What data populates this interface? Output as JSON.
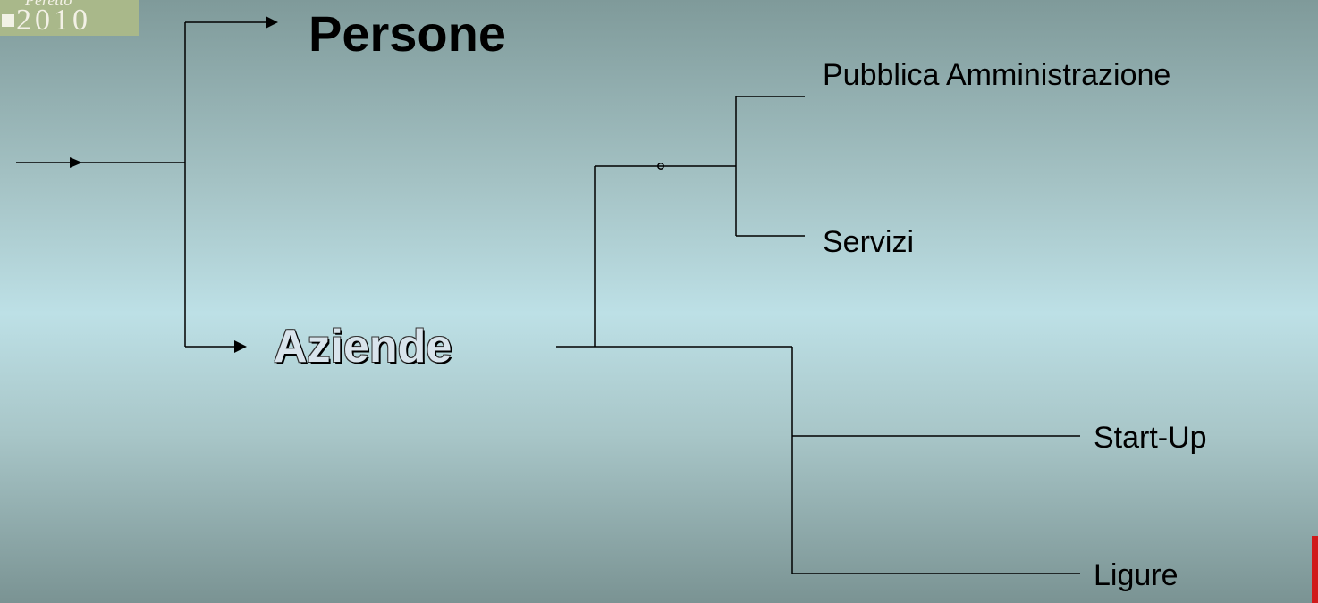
{
  "logo": {
    "top_text": "Peretto",
    "year": "2010"
  },
  "nodes": {
    "persone": "Persone",
    "aziende": "Aziende",
    "pubblica_amministrazione": "Pubblica Amministrazione",
    "servizi": "Servizi",
    "start_up": "Start-Up",
    "ligure": "Ligure"
  },
  "colors": {
    "line": "#000000",
    "accent_mark": "#d01a1a"
  }
}
